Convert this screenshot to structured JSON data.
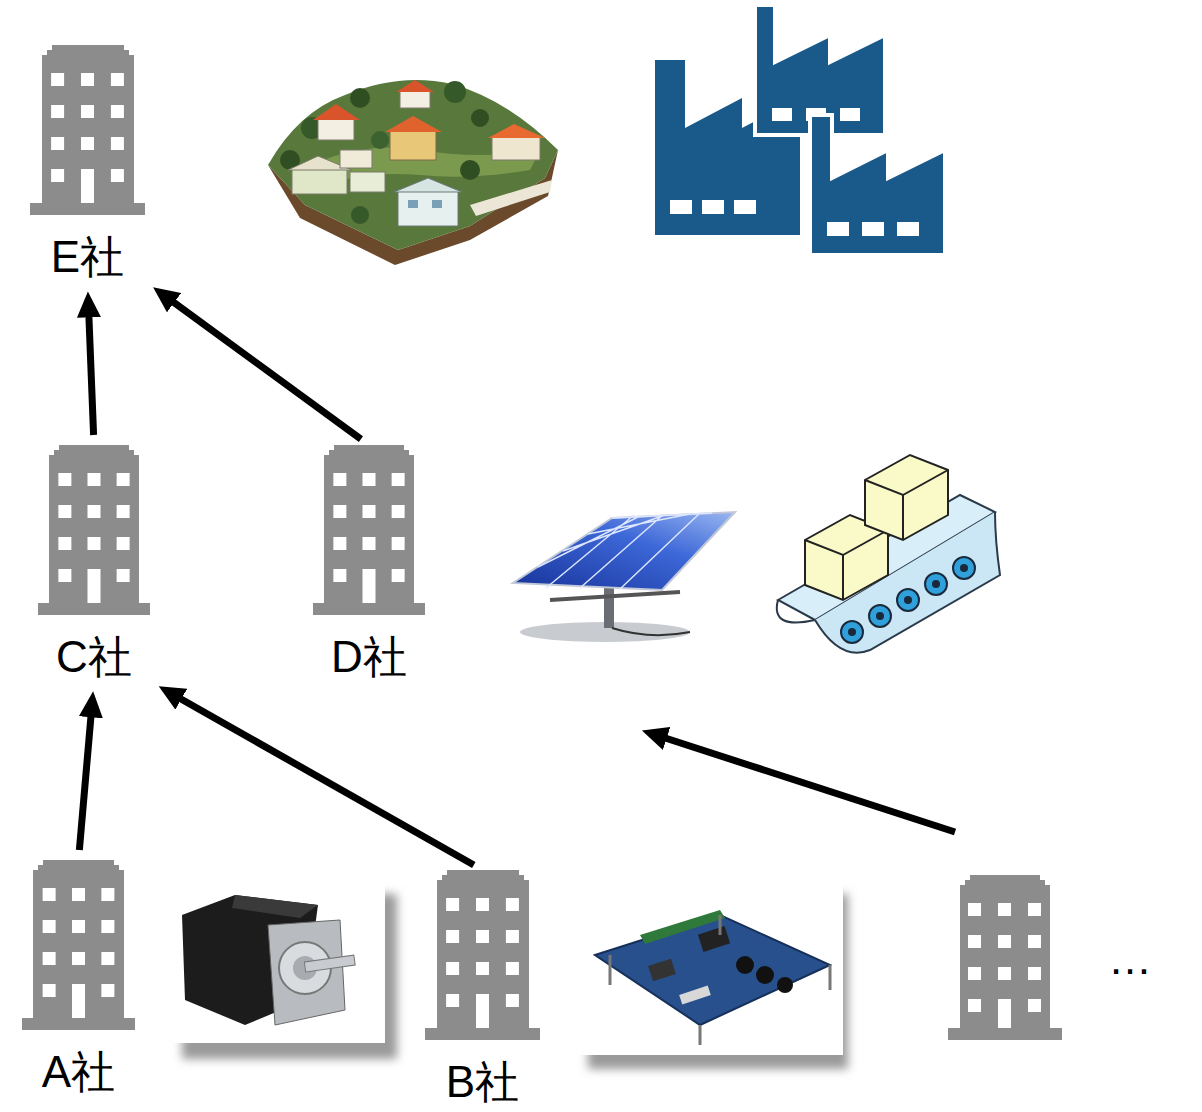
{
  "diagram": {
    "nodes": [
      {
        "text": [
          "E社"
        ]
      },
      {
        "text": [
          "C社"
        ]
      },
      {
        "text": [
          "D社"
        ]
      },
      {
        "text": [
          "A社"
        ]
      },
      {
        "text": [
          "B社"
        ]
      }
    ],
    "edges": [
      {
        "from": 3,
        "to": 1,
        "arrow": "to"
      },
      {
        "from": 4,
        "to": 1,
        "arrow": "to"
      },
      {
        "from": 1,
        "to": 0,
        "arrow": "to"
      },
      {
        "from": 2,
        "to": 0,
        "arrow": "to"
      }
    ],
    "labels": [
      "…"
    ]
  }
}
